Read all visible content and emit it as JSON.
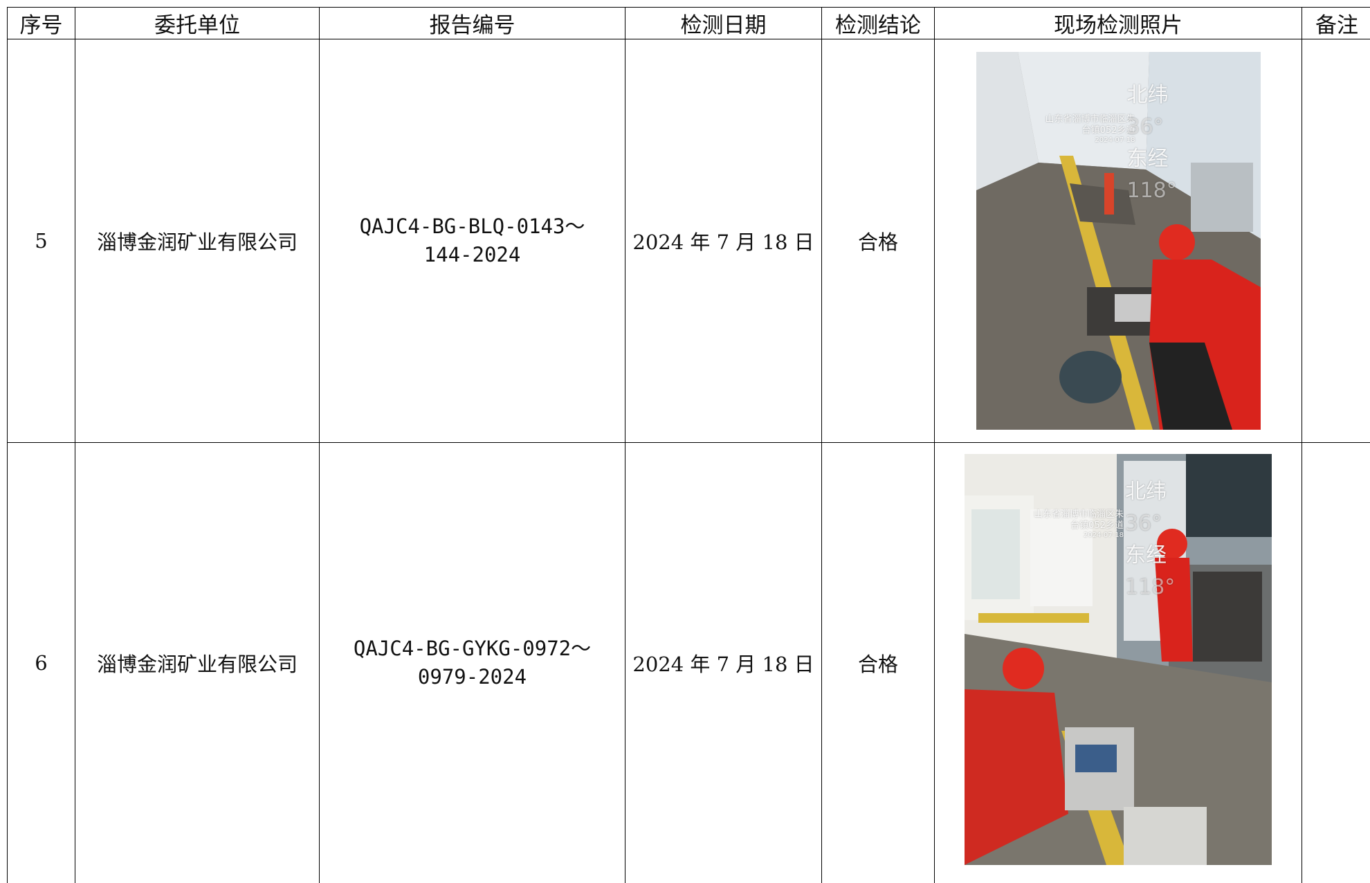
{
  "table": {
    "headers": [
      "序号",
      "委托单位",
      "报告编号",
      "检测日期",
      "检测结论",
      "现场检测照片",
      "备注"
    ],
    "rows": [
      {
        "index": "5",
        "client": "淄博金润矿业有限公司",
        "report_no_line1": "QAJC4-BG-BLQ-0143～",
        "report_no_line2": "144-2024",
        "date": "2024 年 7 月 18 日",
        "result": "合格",
        "remark": "",
        "photo": {
          "addr_line1": "山东省淄博市临淄区朱",
          "addr_line2": "台镇052乡道",
          "stamp_date": "2024-07-18",
          "lat_label": "北纬",
          "lat_value": "36°",
          "lon_label": "东经",
          "lon_value": "118°"
        }
      },
      {
        "index": "6",
        "client": "淄博金润矿业有限公司",
        "report_no_line1": "QAJC4-BG-GYKG-0972～",
        "report_no_line2": "0979-2024",
        "date": "2024 年 7 月 18 日",
        "result": "合格",
        "remark": "",
        "photo": {
          "addr_line1": "山东省淄博市临淄区朱",
          "addr_line2": "台镇052乡道",
          "stamp_date": "2024-07-18",
          "lat_label": "北纬",
          "lat_value": "36°",
          "lon_label": "东经",
          "lon_value": "118°"
        }
      }
    ]
  }
}
